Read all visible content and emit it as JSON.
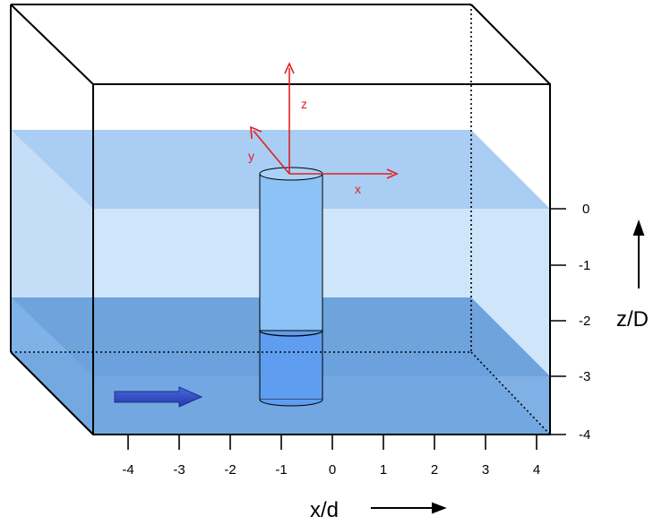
{
  "axes": {
    "x": {
      "title": "x/d",
      "ticks": [
        "-4",
        "-3",
        "-2",
        "-1",
        "0",
        "1",
        "2",
        "3",
        "4"
      ]
    },
    "z": {
      "title": "z/D",
      "ticks": [
        "0",
        "-1",
        "-2",
        "-3",
        "-4"
      ]
    }
  },
  "coordinate_system": {
    "x_label": "x",
    "y_label": "y",
    "z_label": "z",
    "color": "#e02020"
  },
  "colors": {
    "surface_layer": "#a9cdf3",
    "upper_water": "#cfe5fa",
    "bottom_layer": "#6ea3dc",
    "lower_water": "#8dbbeb",
    "cylinder_upper": "#8cc2f5",
    "cylinder_lower": "#5f9df0",
    "flow_arrow": "#2f4fc0"
  }
}
